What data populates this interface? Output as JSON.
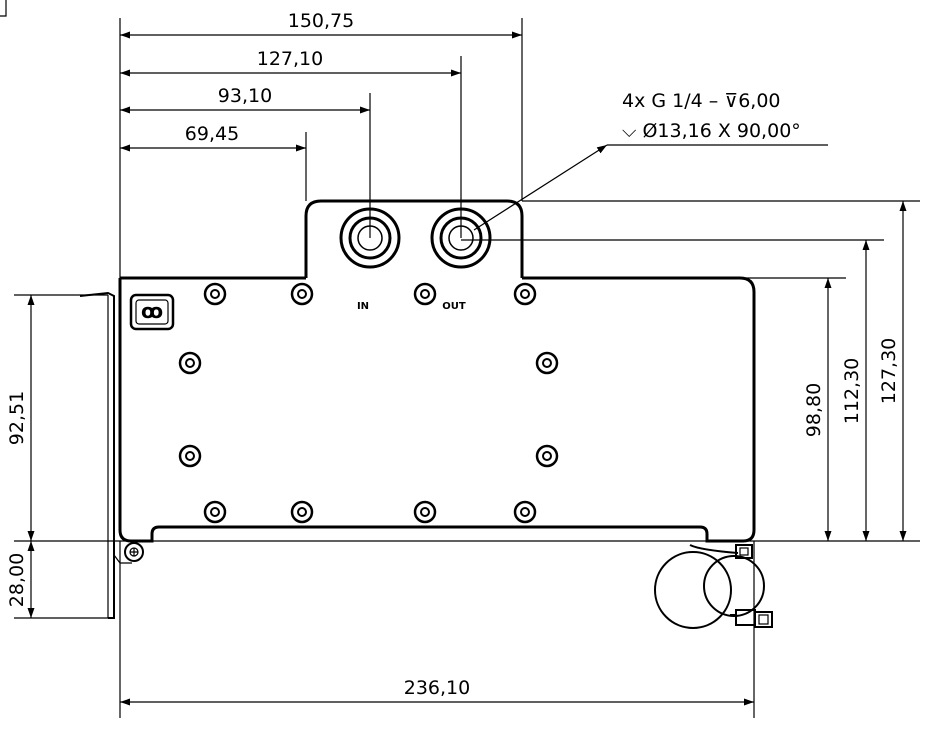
{
  "dimensions": {
    "width_150": "150,75",
    "width_127": "127,10",
    "width_93": "93,10",
    "width_69": "69,45",
    "overall_width": "236,10",
    "height_127": "127,30",
    "height_112": "112,30",
    "height_98": "98,80",
    "height_92": "92,51",
    "height_28": "28,00"
  },
  "annotation": {
    "line1": "4x G 1/4 – ⊽6,00",
    "line2": "⌵ Ø13,16 X 90,00°"
  },
  "ports": {
    "in_label": "IN",
    "out_label": "OUT"
  },
  "logo_text": "ꝏ"
}
